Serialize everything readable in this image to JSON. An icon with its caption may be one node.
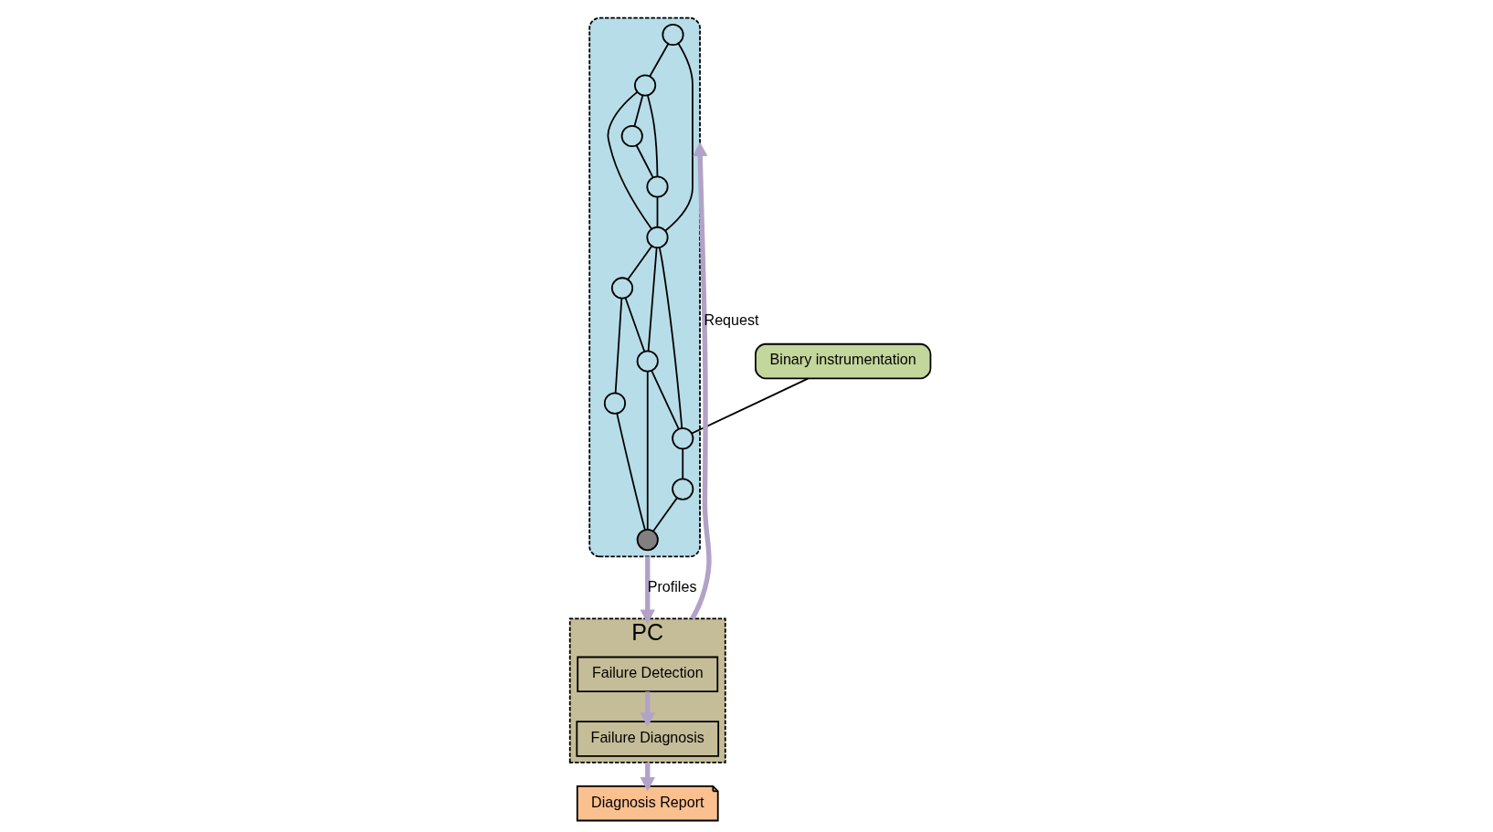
{
  "diagram": {
    "nodes": [
      {
        "text": [],
        "shape": "ellipse"
      },
      {
        "text": [],
        "shape": "circle",
        "in": 0
      },
      {
        "text": [],
        "shape": "circle",
        "in": 0
      },
      {
        "text": [],
        "shape": "circle",
        "in": 0
      },
      {
        "text": [],
        "shape": "circle",
        "in": 0
      },
      {
        "text": [],
        "shape": "circle",
        "in": 0
      },
      {
        "text": [],
        "shape": "circle",
        "in": 0
      },
      {
        "text": [],
        "shape": "circle",
        "in": 0
      },
      {
        "text": [],
        "shape": "circle",
        "in": 0
      },
      {
        "text": [],
        "shape": "circle",
        "in": 0
      },
      {
        "text": [],
        "shape": "circle",
        "in": 0
      },
      {
        "text": [],
        "shape": "circle",
        "in": 0
      },
      {
        "text": [
          "Binary instrumentation"
        ]
      },
      {
        "text": [
          "PC"
        ]
      },
      {
        "text": [
          "Failure Detection"
        ],
        "in": 13
      },
      {
        "text": [
          "Failure Diagnosis"
        ],
        "in": 13
      },
      {
        "text": [
          "Diagnosis Report"
        ]
      }
    ],
    "edges": [
      {
        "from": 1,
        "to": 4,
        "arrow": "none"
      },
      {
        "from": 1,
        "to": 5,
        "arrow": "none"
      },
      {
        "from": 4,
        "to": 5,
        "arrow": "none"
      },
      {
        "from": 4,
        "to": 9,
        "arrow": "none"
      },
      {
        "from": 4,
        "to": 8,
        "arrow": "none"
      },
      {
        "from": 8,
        "to": 9,
        "arrow": "none"
      },
      {
        "from": 9,
        "to": 5,
        "arrow": "none"
      },
      {
        "from": 5,
        "to": 6,
        "arrow": "none"
      },
      {
        "from": 5,
        "to": 2,
        "arrow": "none"
      },
      {
        "from": 2,
        "to": 6,
        "arrow": "none"
      },
      {
        "from": 2,
        "to": 3,
        "arrow": "none"
      },
      {
        "from": 3,
        "to": 7,
        "arrow": "none"
      },
      {
        "from": 6,
        "to": 7,
        "arrow": "none"
      },
      {
        "from": 6,
        "to": 10,
        "arrow": "none"
      },
      {
        "from": 5,
        "to": 10,
        "arrow": "none"
      },
      {
        "from": 10,
        "to": 11,
        "arrow": "none"
      },
      {
        "from": 11,
        "to": 7,
        "arrow": "none"
      },
      {
        "from": 12,
        "to": 10,
        "arrow": "none"
      },
      {
        "from": 0,
        "to": 13,
        "arrow": "to",
        "label": "Profiles",
        "style": "thick",
        "color": "#b3a2c7"
      },
      {
        "from": 13,
        "to": 0,
        "arrow": "to",
        "label": "Request",
        "style": "thick",
        "color": "#b3a2c7"
      },
      {
        "from": 14,
        "to": 15,
        "arrow": "to",
        "style": "thick",
        "color": "#b3a2c7"
      },
      {
        "from": 13,
        "to": 16,
        "arrow": "to",
        "style": "thick",
        "color": "#b3a2c7"
      }
    ]
  }
}
